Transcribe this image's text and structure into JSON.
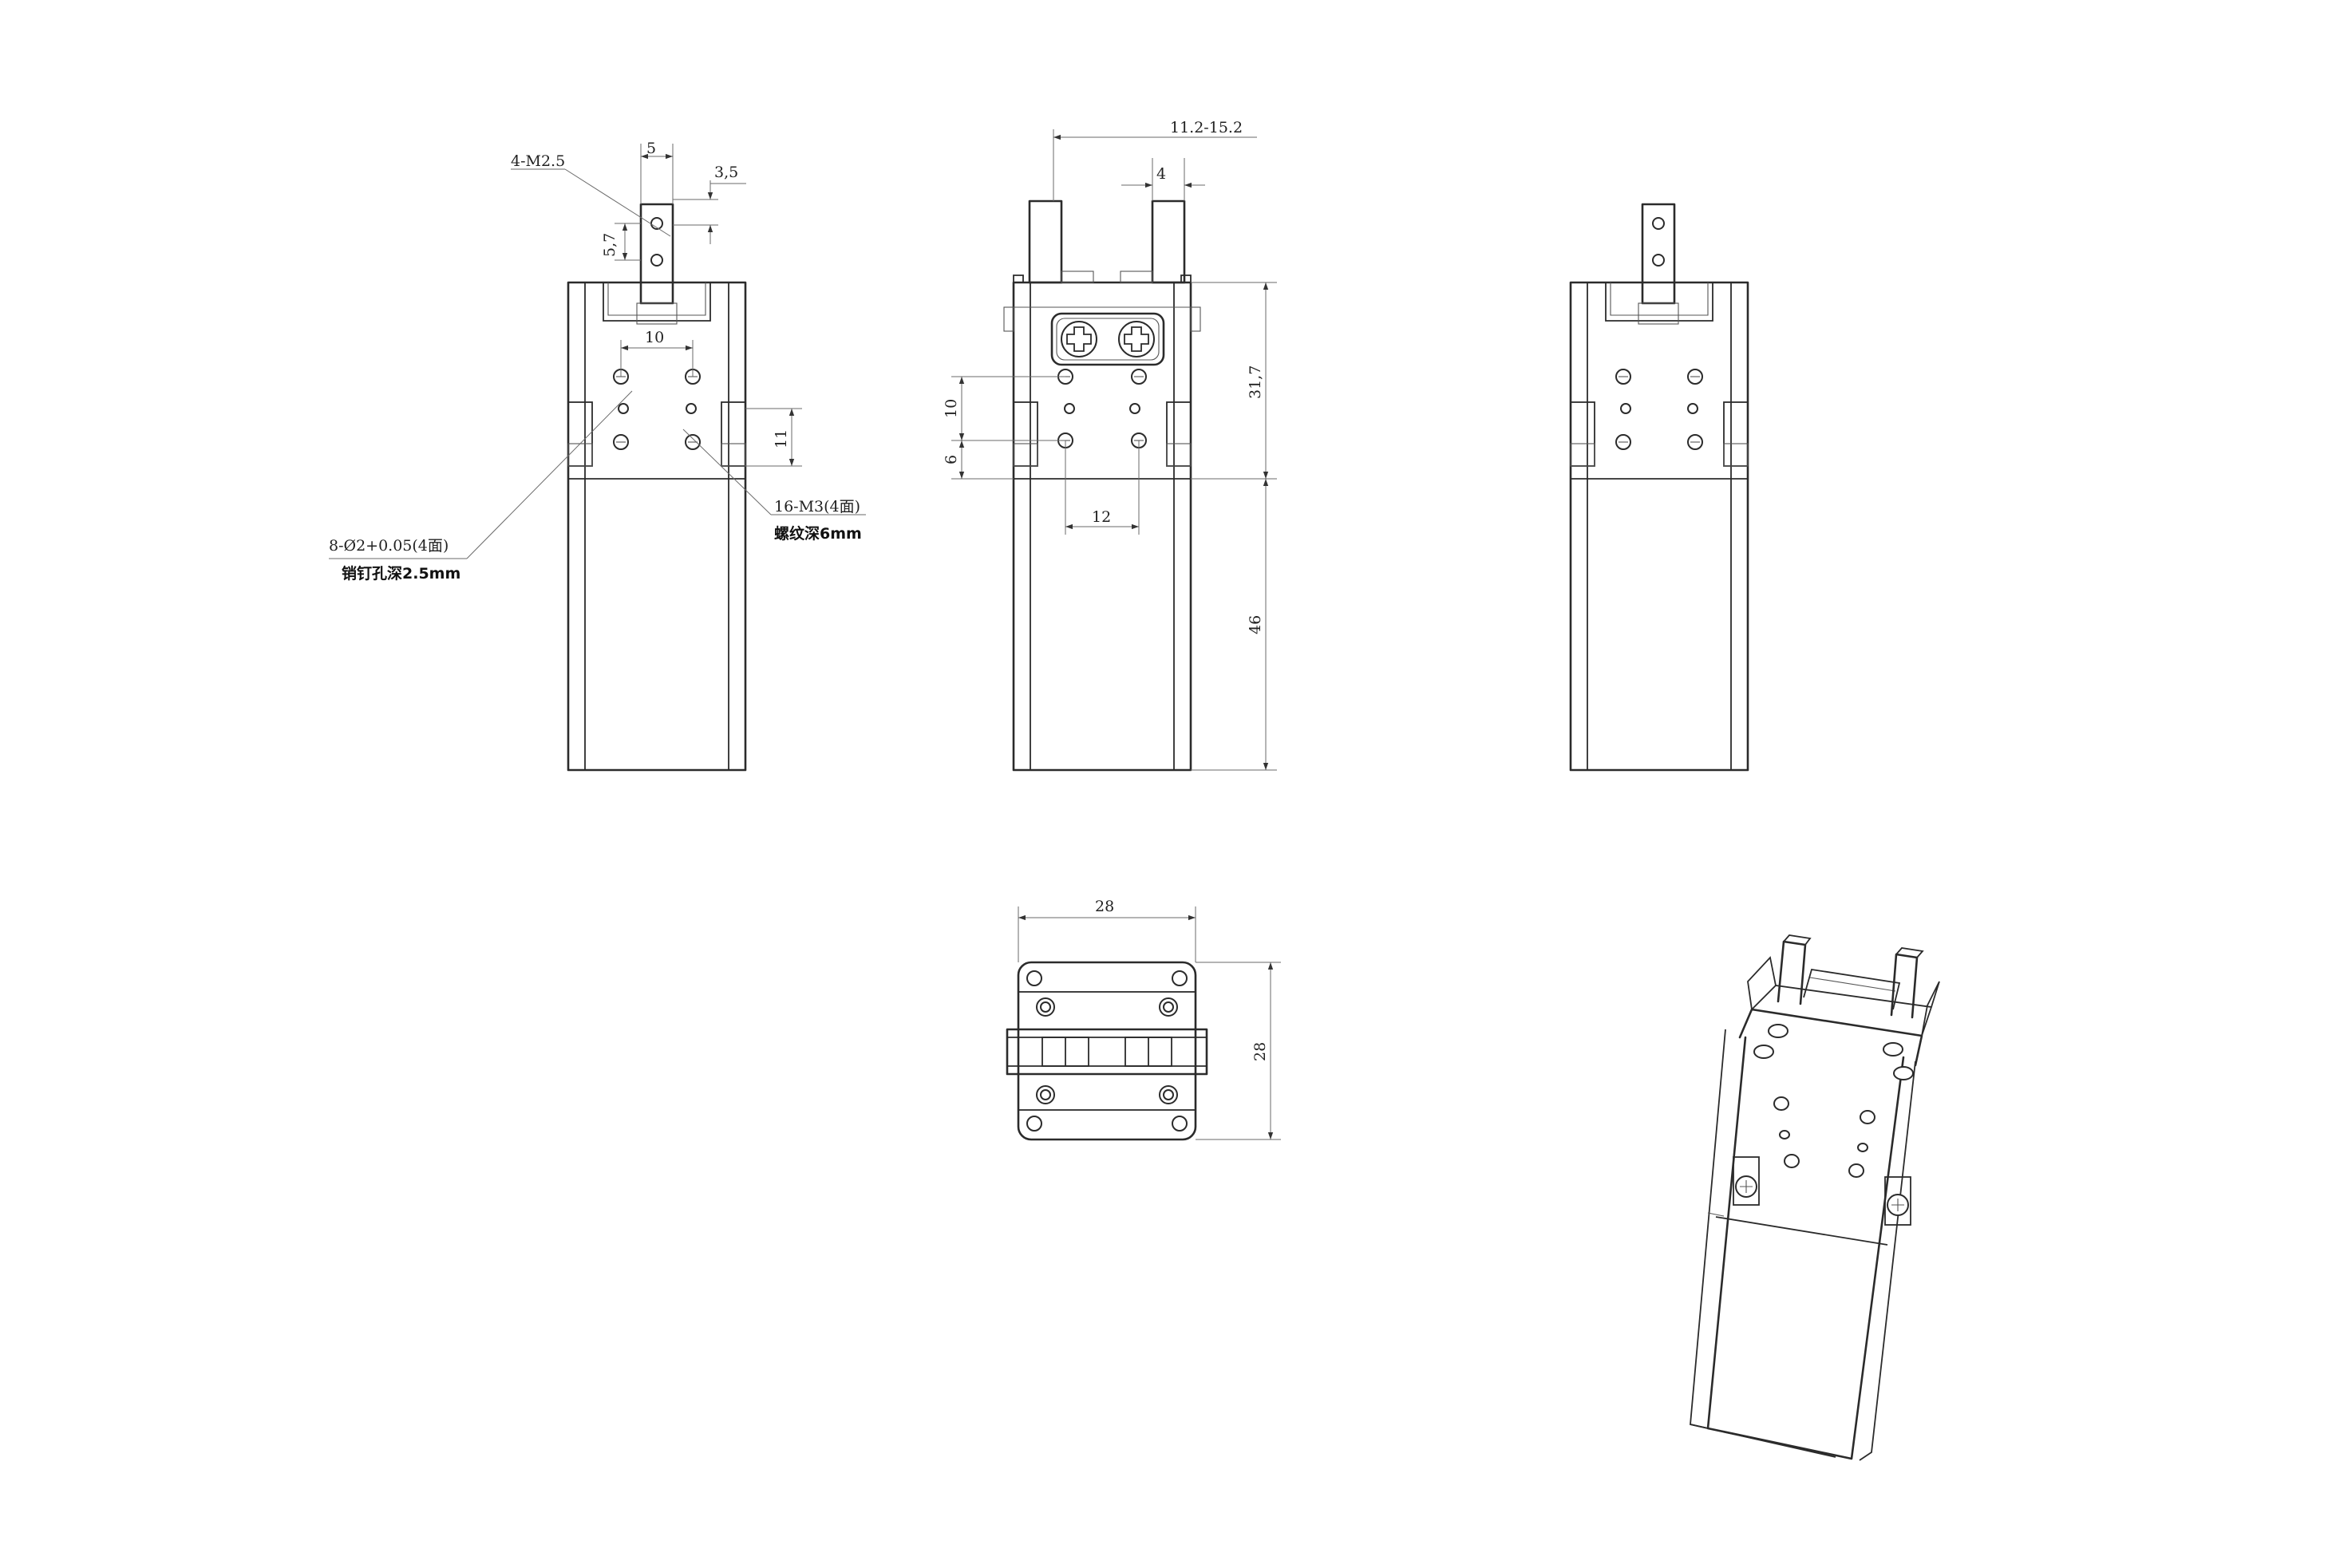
{
  "views": {
    "front": {
      "dims": {
        "finger_width": "5",
        "finger_offset": "3,5",
        "finger_hole_pitch": "5,7",
        "hole_spacing": "10",
        "pin_height": "11"
      },
      "notes": {
        "thread_callout": "4-M2.5",
        "pin_holes": "8-Ø2+0.05(4面)",
        "pin_depth": "销钉孔深2.5mm",
        "tapped_holes": "16-M3(4面)",
        "thread_depth": "螺纹深6mm"
      }
    },
    "side": {
      "dims": {
        "stroke_range": "11.2-15.2",
        "finger_thickness": "4",
        "head_height": "31,7",
        "body_height": "46",
        "hole_pitch_v": "10",
        "hole_offset": "6",
        "hole_pitch_h": "12"
      }
    },
    "bottom": {
      "dims": {
        "width": "28",
        "depth": "28"
      }
    }
  }
}
